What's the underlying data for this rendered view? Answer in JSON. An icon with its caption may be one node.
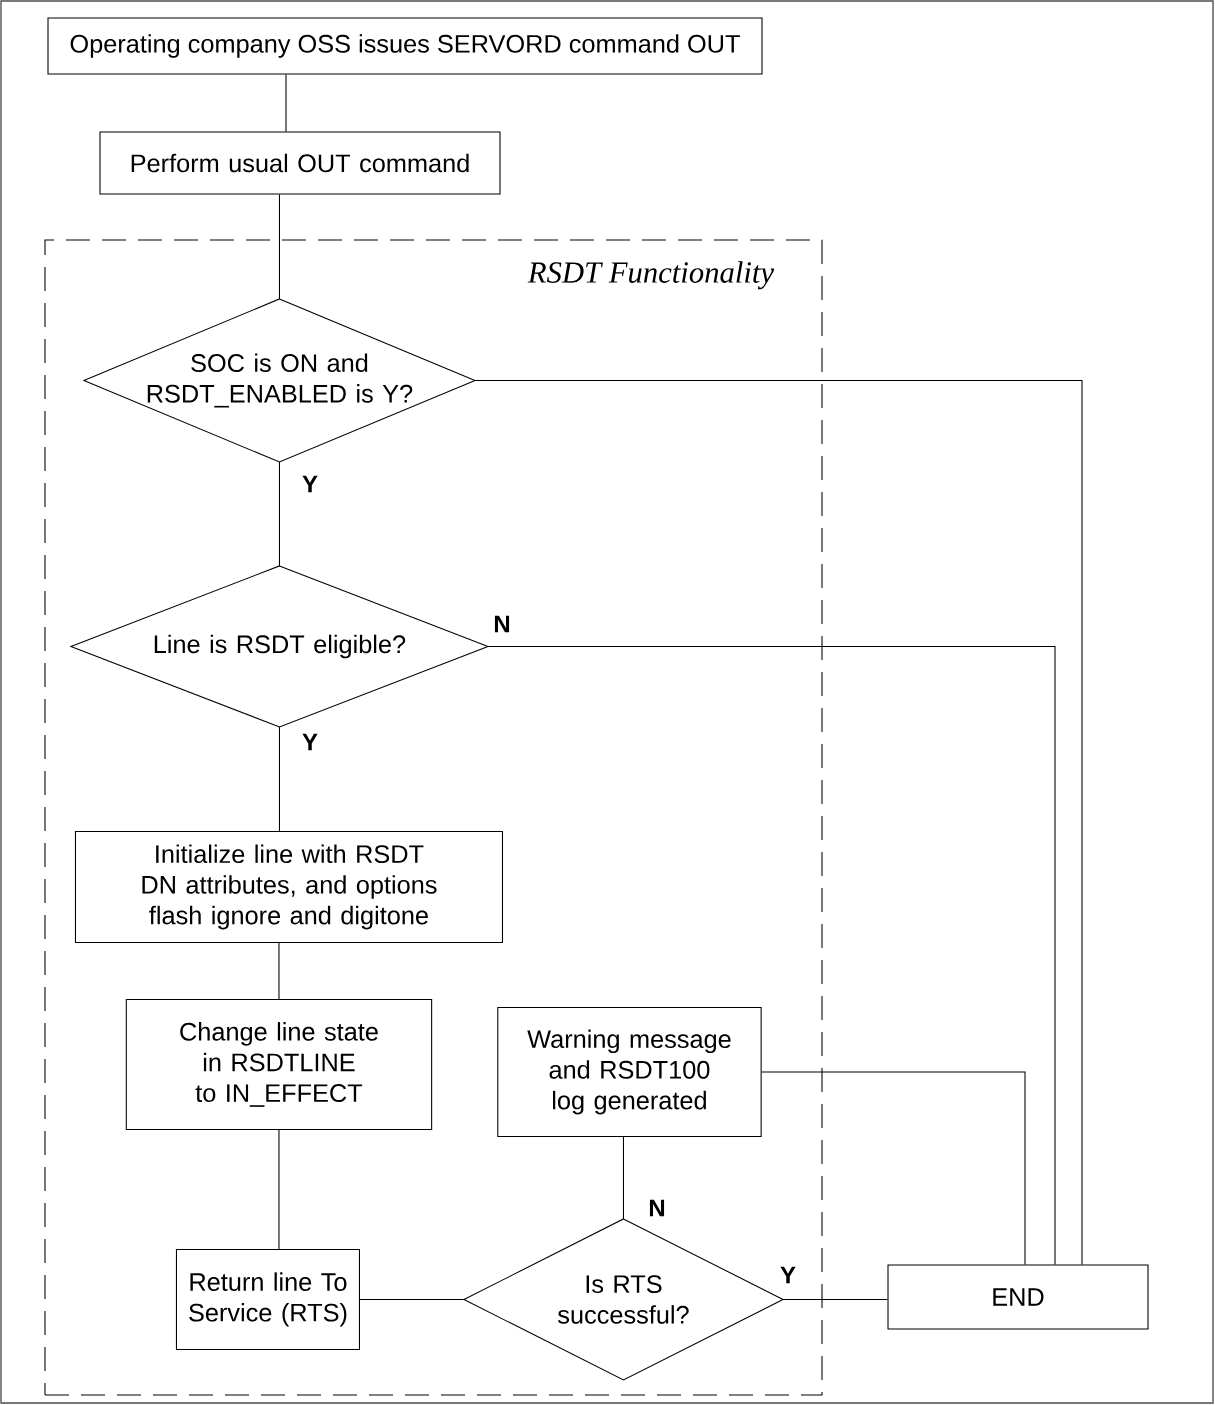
{
  "diagram": {
    "nodes": [
      {
        "text": [
          "Operating company OSS issues SERVORD command OUT"
        ]
      },
      {
        "text": [
          "Perform usual OUT command"
        ]
      },
      {
        "text": [
          "RSDT Functionality"
        ]
      },
      {
        "text": [
          "SOC is ON and RSDT_ENABLED is Y?"
        ],
        "in": 2
      },
      {
        "text": [
          "Line is RSDT eligible?"
        ],
        "in": 2
      },
      {
        "text": [
          "Initialize line with RSDT DN attributes, and options flash ignore and digitone"
        ],
        "in": 2
      },
      {
        "text": [
          "Change line state in RSDTLINE to IN_EFFECT"
        ],
        "in": 2
      },
      {
        "text": [
          "Warning message and RSDT100 log generated"
        ],
        "in": 2
      },
      {
        "text": [
          "Return line To Service (RTS)"
        ],
        "in": 2
      },
      {
        "text": [
          "Is RTS successful?"
        ],
        "in": 2
      },
      {
        "text": [
          "END"
        ]
      }
    ],
    "edges": [
      {
        "from": 0,
        "to": 1,
        "arrow": "none"
      },
      {
        "from": 1,
        "to": 3,
        "arrow": "none"
      },
      {
        "from": 3,
        "to": 10,
        "arrow": "none"
      },
      {
        "from": 3,
        "to": 4,
        "arrow": "none",
        "label": "Y"
      },
      {
        "from": 4,
        "to": 10,
        "arrow": "none",
        "label": "N"
      },
      {
        "from": 4,
        "to": 5,
        "arrow": "none",
        "label": "Y"
      },
      {
        "from": 5,
        "to": 6,
        "arrow": "none"
      },
      {
        "from": 6,
        "to": 8,
        "arrow": "none"
      },
      {
        "from": 8,
        "to": 9,
        "arrow": "none"
      },
      {
        "from": 9,
        "to": 7,
        "arrow": "none",
        "label": "N"
      },
      {
        "from": 9,
        "to": 10,
        "arrow": "none",
        "label": "Y"
      },
      {
        "from": 7,
        "to": 10,
        "arrow": "none"
      }
    ]
  }
}
